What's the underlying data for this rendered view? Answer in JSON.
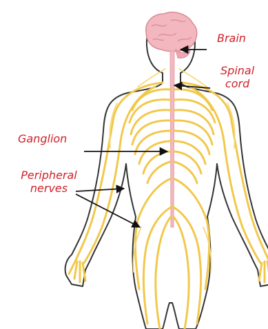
{
  "labels": {
    "brain": "Brain",
    "spinal_cord_line1": "Spinal",
    "spinal_cord_line2": "cord",
    "ganglion": "Ganglion",
    "peripheral_line1": "Peripheral",
    "peripheral_line2": "nerves"
  },
  "colors": {
    "label_text": "#d0202a",
    "arrow": "#111111",
    "body_outline": "#333333",
    "body_fill": "#ffffff",
    "nerve": "#f2c84b",
    "nerve_light": "#f7d97a",
    "brain": "#f2b7bf",
    "brain_fold": "#d98a95",
    "spinal_cord": "#f1b9bf"
  }
}
